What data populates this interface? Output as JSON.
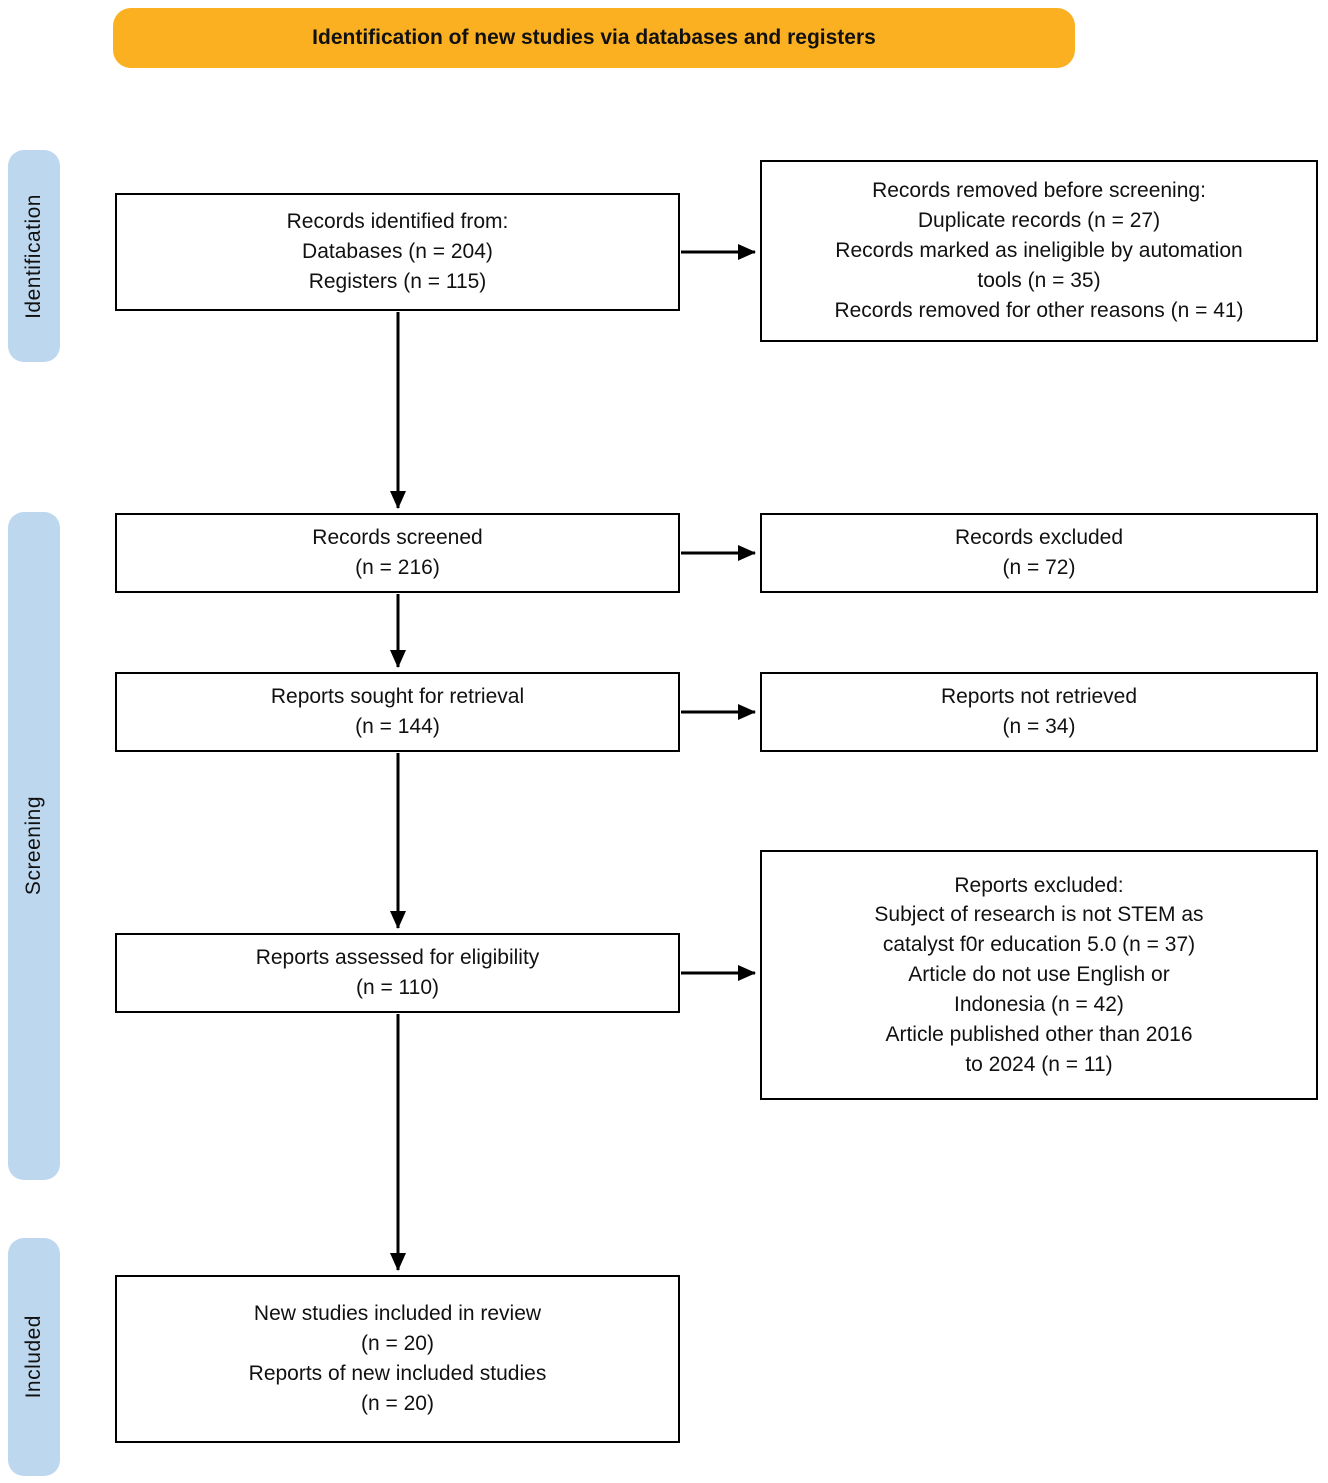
{
  "banner": {
    "label": "Identification of new studies via databases and registers"
  },
  "stages": {
    "identification": "Identification",
    "screening": "Screening",
    "included": "Included"
  },
  "flow": {
    "records_identified": [
      "Records identified from:",
      "Databases (n = 204)",
      "Registers (n = 115)"
    ],
    "records_removed": [
      "Records removed before screening:",
      "Duplicate records (n = 27)",
      "Records marked as ineligible by automation",
      "tools (n = 35)",
      "Records removed for other reasons (n = 41)"
    ],
    "records_screened": [
      "Records screened",
      "(n = 216)"
    ],
    "records_excluded": [
      "Records excluded",
      "(n = 72)"
    ],
    "reports_sought": [
      "Reports sought for retrieval",
      "(n = 144)"
    ],
    "reports_not_retrieved": [
      "Reports not retrieved",
      "(n = 34)"
    ],
    "reports_assessed": [
      "Reports assessed for eligibility",
      "(n = 110)"
    ],
    "reports_excluded": [
      "Reports excluded:",
      "Subject of research is not STEM as",
      "catalyst f0r education 5.0 (n = 37)",
      "Article do not use English or",
      "Indonesia (n = 42)",
      "Article published other than 2016",
      "to 2024 (n = 11)"
    ],
    "included_studies": [
      "New studies included in review",
      "(n = 20)",
      "Reports of new included studies",
      "(n = 20)"
    ]
  },
  "colors": {
    "banner_bg": "#FBB022",
    "stage_bg": "#BDD7EE",
    "box_border": "#000000",
    "arrow": "#000000"
  }
}
